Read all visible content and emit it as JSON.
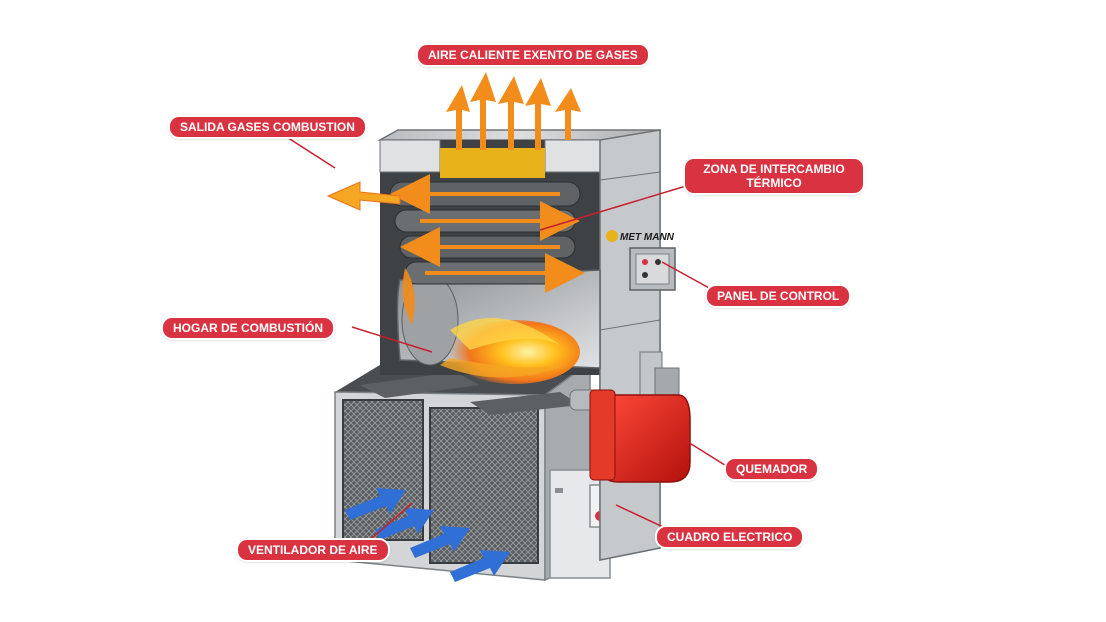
{
  "colors": {
    "callout_bg": "#d93240",
    "callout_text": "#ffffff",
    "leader_line": "#c8202e",
    "hot_air": "#f28c1a",
    "cold_air": "#2f6fd6",
    "burner": "#e8231e",
    "casing": "#c9cbcc",
    "frame_dark": "#3a3d3f"
  },
  "brand": {
    "name": "MET MANN"
  },
  "labels": {
    "hot_air": "AIRE CALIENTE EXENTO DE GASES",
    "flue_gas": "SALIDA GASES COMBUSTION",
    "heat_exchange_1": "ZONA DE INTERCAMBIO",
    "heat_exchange_2": "TÉRMICO",
    "control_panel": "PANEL DE CONTROL",
    "combustion_chamber": "HOGAR DE COMBUSTIÓN",
    "burner": "QUEMADOR",
    "electrical_box": "CUADRO ELECTRICO",
    "air_fan": "VENTILADOR DE AIRE"
  }
}
